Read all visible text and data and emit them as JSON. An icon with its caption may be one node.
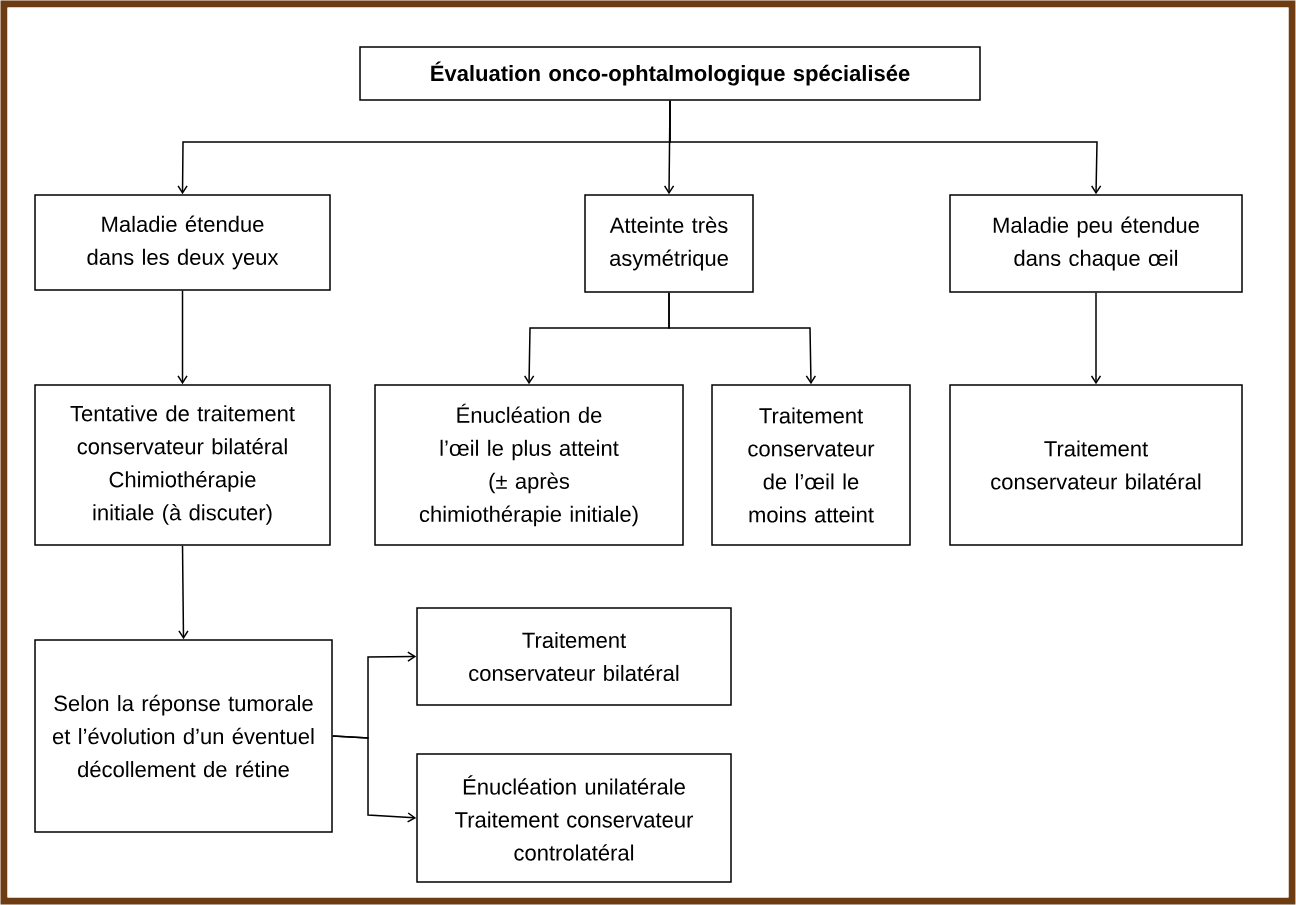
{
  "diagram": {
    "nodes": [
      {
        "text": [
          "Évaluation onco-ophtalmologique spécialisée"
        ]
      },
      {
        "text": [
          "Maladie étendue dans les deux yeux"
        ]
      },
      {
        "text": [
          "Atteinte très asymétrique"
        ]
      },
      {
        "text": [
          "Maladie peu étendue dans chaque œil"
        ]
      },
      {
        "text": [
          "Tentative de traitement conservateur bilatéral",
          "Chimiothérapie initiale (à discuter)"
        ]
      },
      {
        "text": [
          "Énucléation de l’œil le plus atteint",
          "(± après chimiothérapie initiale)"
        ]
      },
      {
        "text": [
          "Traitement conservateur de l’œil le moins atteint"
        ]
      },
      {
        "text": [
          "Traitement conservateur bilatéral"
        ]
      },
      {
        "text": [
          "Selon la réponse tumorale et l’évolution d’un éventuel décollement de rétine"
        ]
      },
      {
        "text": [
          "Traitement conservateur bilatéral"
        ]
      },
      {
        "text": [
          "Énucléation unilatérale",
          "Traitement conservateur controlatéral"
        ]
      }
    ],
    "edges": [
      {
        "from": 0,
        "to": 1,
        "arrow": "to"
      },
      {
        "from": 0,
        "to": 2,
        "arrow": "to"
      },
      {
        "from": 0,
        "to": 3,
        "arrow": "to"
      },
      {
        "from": 1,
        "to": 4,
        "arrow": "to"
      },
      {
        "from": 2,
        "to": 5,
        "arrow": "to"
      },
      {
        "from": 2,
        "to": 6,
        "arrow": "to"
      },
      {
        "from": 3,
        "to": 7,
        "arrow": "to"
      },
      {
        "from": 4,
        "to": 8,
        "arrow": "to"
      },
      {
        "from": 8,
        "to": 9,
        "arrow": "to"
      },
      {
        "from": 8,
        "to": 10,
        "arrow": "to"
      }
    ]
  }
}
